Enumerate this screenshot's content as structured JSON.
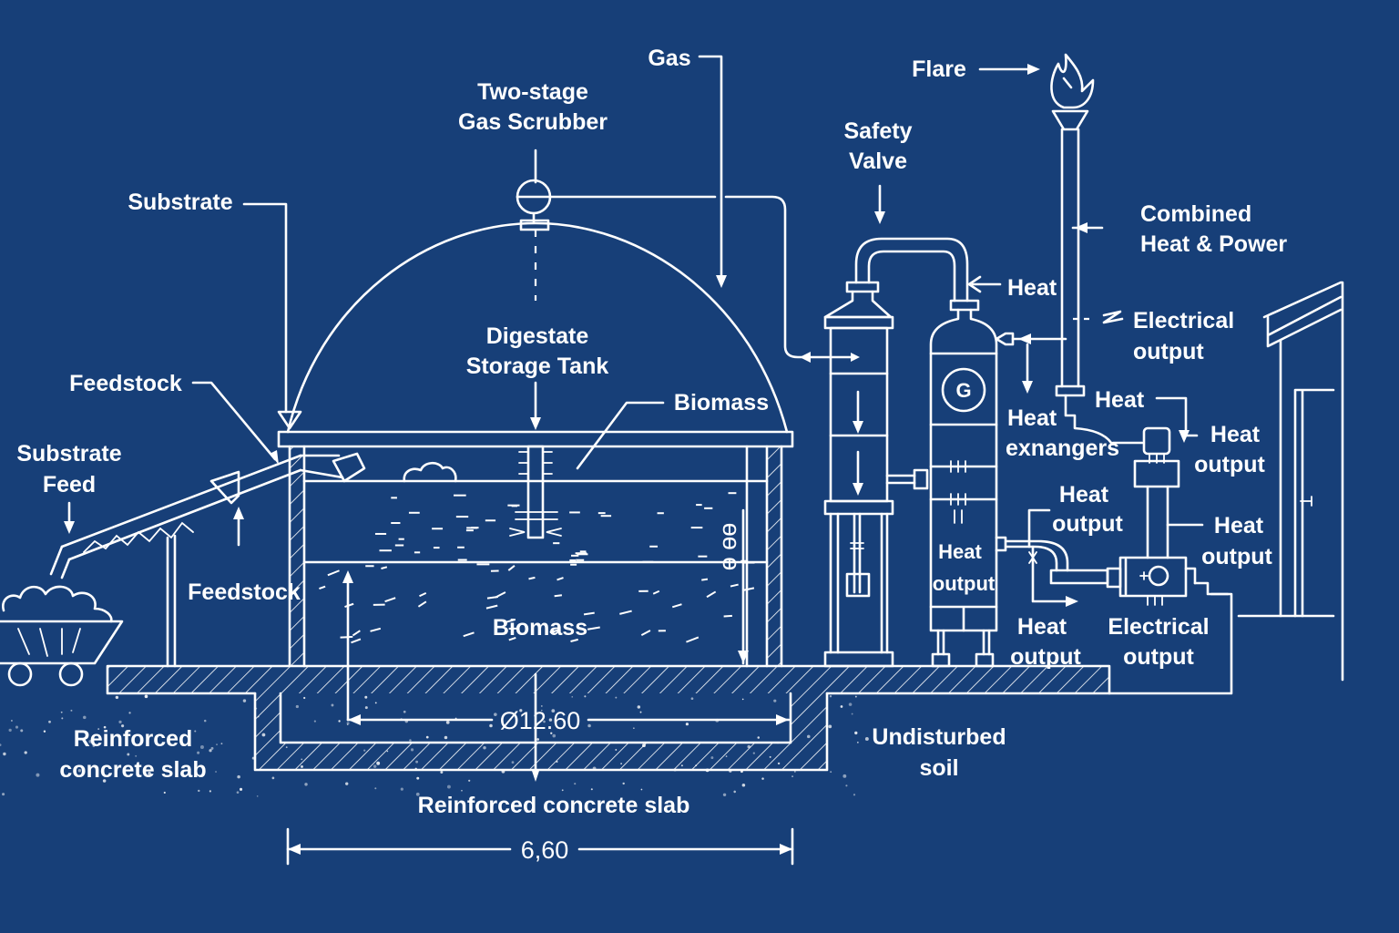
{
  "diagram": {
    "title": "Biogas plant blueprint",
    "colors": {
      "background": "#173f78",
      "line": "#ffffff"
    },
    "labels": {
      "gas": "Gas",
      "flare": "Flare",
      "scrubber_line1": "Two-stage",
      "scrubber_line2": "Gas Scrubber",
      "safety_line1": "Safety",
      "safety_line2": "Valve",
      "substrate": "Substrate",
      "chp_line1": "Combined",
      "chp_line2": "Heat & Power",
      "heat_top": "Heat",
      "elec_top_line1": "Electrical",
      "elec_top_line2": "output",
      "digestate_line1": "Digestate",
      "digestate_line2": "Storage Tank",
      "feedstock_top": "Feedstock",
      "biomass_top": "Biomass",
      "heat_mid": "Heat",
      "heat_exch_line1": "Heat",
      "heat_exch_line2": "exnangers",
      "heat_out_right1_line1": "Heat",
      "heat_out_right1_line2": "output",
      "substrate_feed_line1": "Substrate",
      "substrate_feed_line2": "Feed",
      "heat_out_mid_line1": "Heat",
      "heat_out_mid_line2": "output",
      "heat_out_right2_line1": "Heat",
      "heat_out_right2_line2": "output",
      "heat_out_gen_line1": "Heat",
      "heat_out_gen_line2": "output",
      "feedstock_bottom": "Feedstock",
      "biomass_bottom": "Biomass",
      "heat_out_low_line1": "Heat",
      "heat_out_low_line2": "output",
      "elec_low_line1": "Electrical",
      "elec_low_line2": "output",
      "slab_left_line1": "Reinforced",
      "slab_left_line2": "concrete slab",
      "undisturbed_line1": "Undisturbed",
      "undisturbed_line2": "soil",
      "slab_bottom": "Reinforced concrete slab",
      "generator_symbol": "G",
      "level_mark": "ɵ ɵɵ"
    },
    "dimensions": {
      "tank_diameter": "Ø12.60",
      "slab_width": "6,60"
    }
  }
}
